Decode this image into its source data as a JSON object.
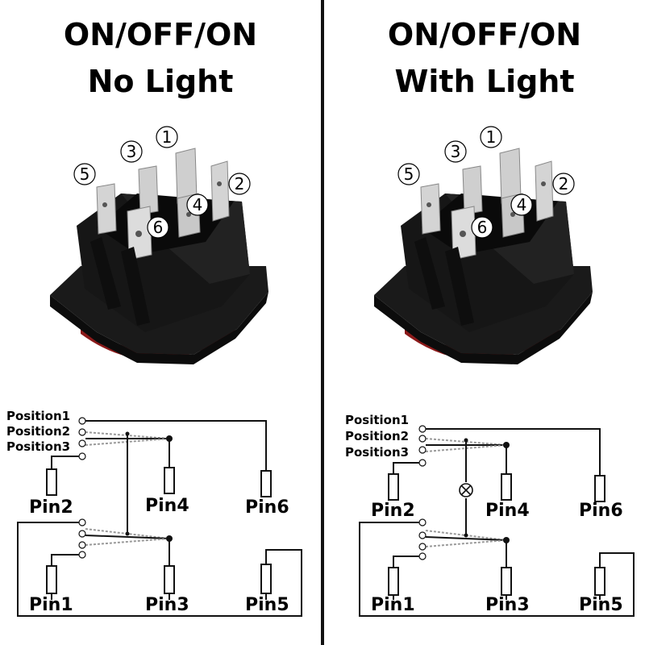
{
  "left": {
    "title_line1": "ON/OFF/ON",
    "title_line2": "No Light",
    "positions": [
      "Position1",
      "Position2",
      "Position3"
    ],
    "pins": [
      "Pin2",
      "Pin4",
      "Pin6",
      "Pin1",
      "Pin3",
      "Pin5"
    ],
    "terminal_numbers": [
      "1",
      "2",
      "3",
      "4",
      "5",
      "6"
    ]
  },
  "right": {
    "title_line1": "ON/OFF/ON",
    "title_line2": "With Light",
    "positions": [
      "Position1",
      "Position2",
      "Position3"
    ],
    "pins": [
      "Pin2",
      "Pin4",
      "Pin6",
      "Pin1",
      "Pin3",
      "Pin5"
    ],
    "terminal_numbers": [
      "1",
      "2",
      "3",
      "4",
      "5",
      "6"
    ]
  },
  "colors": {
    "switch_body": "#141414",
    "lamp_red": "#8b1a1a",
    "terminal": "#cfcfcf"
  },
  "icons": {
    "lamp": "lamp-icon"
  }
}
